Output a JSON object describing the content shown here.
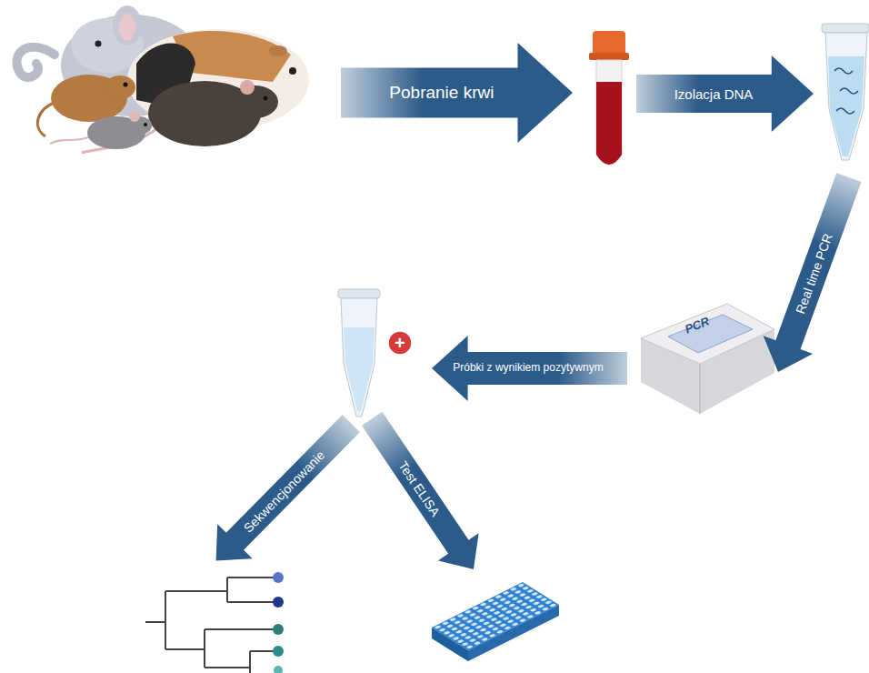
{
  "diagram": {
    "nodes": [
      {
        "text": [
          "Pobranie krwi"
        ]
      },
      {
        "text": [
          "Izolacja DNA"
        ]
      },
      {
        "text": [
          "Real time PCR"
        ]
      },
      {
        "text": [
          "Próbki z wynikiem pozytywnym"
        ]
      },
      {
        "text": [
          "Sekwencjonowanie"
        ]
      },
      {
        "text": [
          "Test ELISA"
        ]
      }
    ],
    "labels": [
      "PCR",
      "+"
    ]
  }
}
